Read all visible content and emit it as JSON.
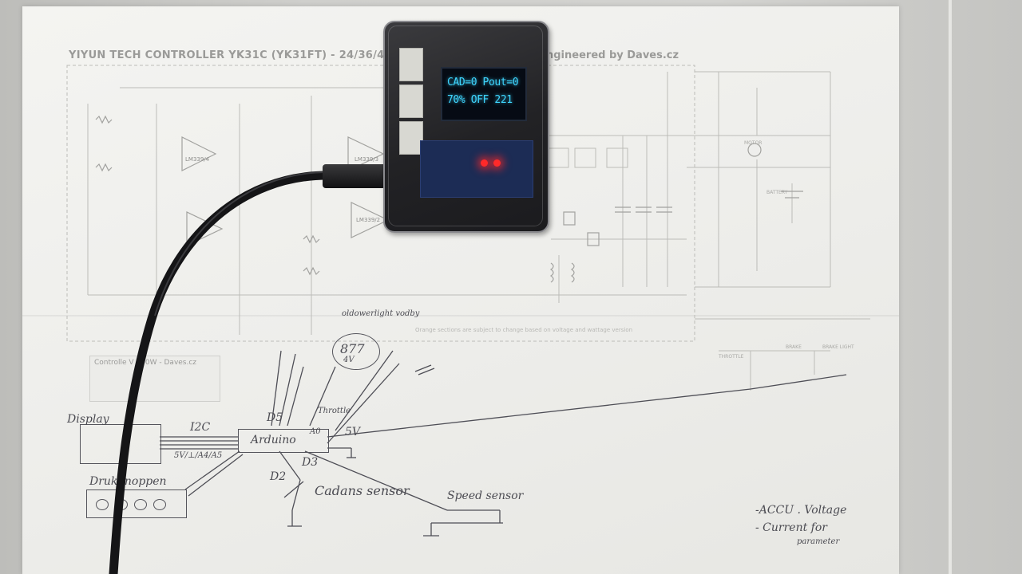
{
  "schematic": {
    "title": "YIYUN TECH CONTROLLER YK31C (YK31FT) - 24/36/48V 2",
    "title_right": "ngineered by Daves.cz",
    "opamp_labels": [
      "LM339/4",
      "LM339/3",
      "LM339/2"
    ],
    "orange_note": "Orange sections are subject to change based on voltage and wattage version",
    "table_title": "Controlle     V 800W - Daves.cz",
    "labels": [
      "MOTOR",
      "BATTERY",
      "BRAKE",
      "BRAKE LIGHT",
      "THROTTLE"
    ]
  },
  "oled": {
    "line1": "CAD=0 Pout=0",
    "line2": "70% OFF 221"
  },
  "handwriting": {
    "display": "Display",
    "i2c": "I2C",
    "pins": "5V/⊥/A4/A5",
    "arduino": "Arduino",
    "d5": "D5",
    "throttle": "Throttle",
    "a0": "A0",
    "fiveV": "5V",
    "d3": "D3",
    "d2": "D2",
    "cadence": "Cadans sensor",
    "speed": "Speed sensor",
    "gauge_top": "oldowerlight vodby",
    "gauge_value": "877",
    "gauge_unit": "4V",
    "buttons": "Drukknoppen",
    "accu": "-ACCU . Voltage",
    "current": "- Current for",
    "parameter": "parameter"
  },
  "colors": {
    "oled_text": "#3fd6ff",
    "led": "#ff2a2a",
    "pcb": "#1c2c55"
  }
}
